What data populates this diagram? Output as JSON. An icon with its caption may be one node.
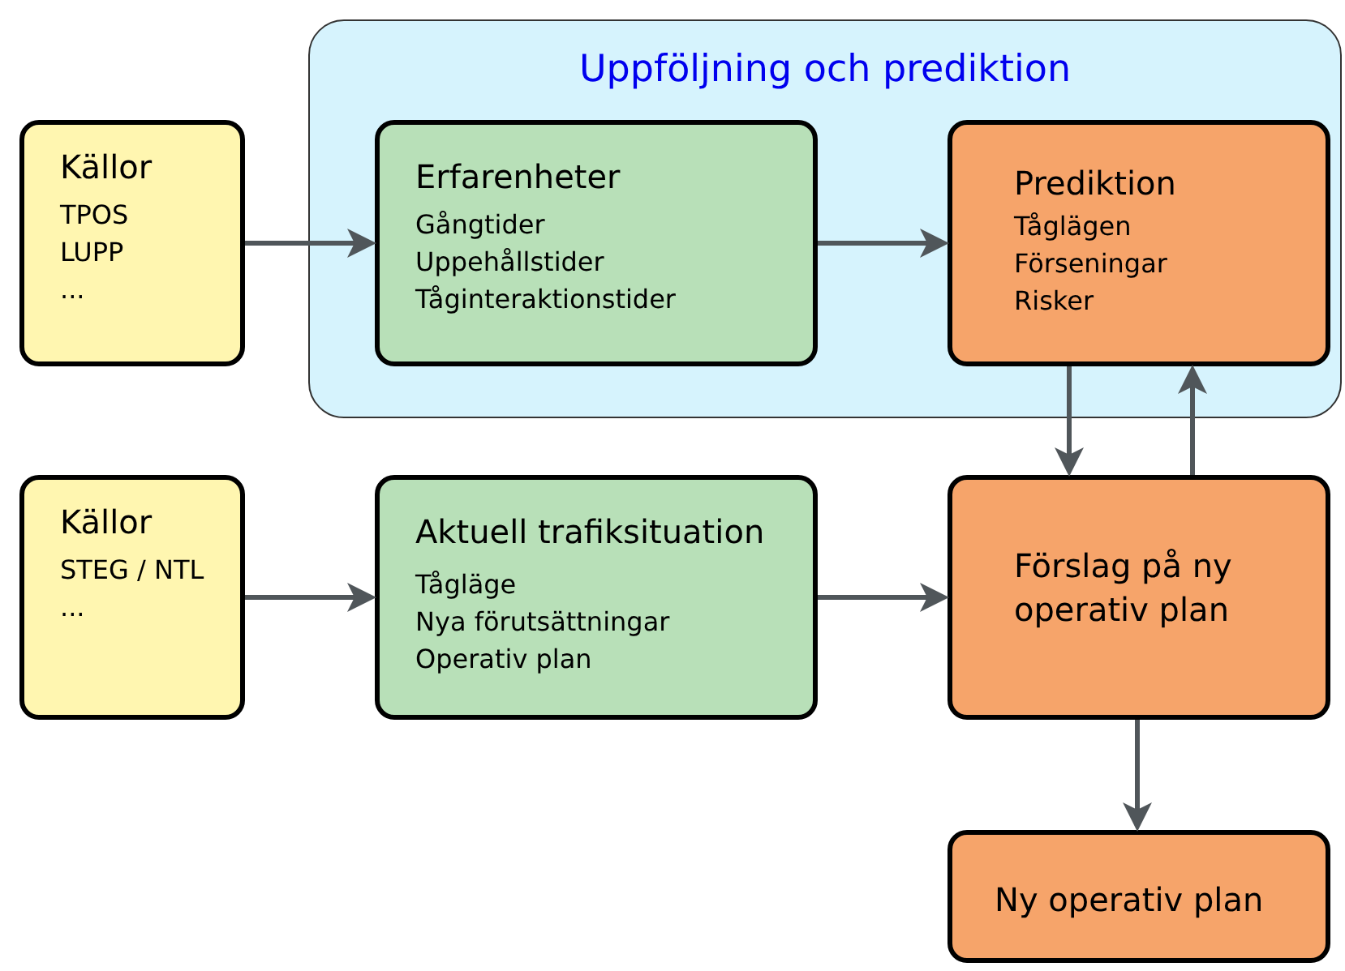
{
  "diagram": {
    "nodes": [
      {
        "text": [
          "Uppföljning och prediktion"
        ]
      },
      {
        "text": [
          "Källor",
          "TPOS",
          "LUPP",
          "..."
        ]
      },
      {
        "text": [
          "Erfarenheter",
          "Gångtider",
          "Uppehållstider",
          "Tåginteraktionstider"
        ],
        "in": 0
      },
      {
        "text": [
          "Prediktion",
          "Tåglägen",
          "Förseningar",
          "Risker"
        ],
        "in": 0
      },
      {
        "text": [
          "Källor",
          "STEG / NTL",
          "..."
        ]
      },
      {
        "text": [
          "Aktuell trafiksituation",
          "Tågläge",
          "Nya förutsättningar",
          "Operativ plan"
        ]
      },
      {
        "text": [
          "Förslag på ny operativ plan"
        ]
      },
      {
        "text": [
          "Ny operativ plan"
        ]
      }
    ],
    "edges": [
      {
        "from": 1,
        "to": 2,
        "arrow": "to"
      },
      {
        "from": 2,
        "to": 3,
        "arrow": "to"
      },
      {
        "from": 3,
        "to": 6,
        "arrow": "to"
      },
      {
        "from": 6,
        "to": 3,
        "arrow": "to"
      },
      {
        "from": 4,
        "to": 5,
        "arrow": "to"
      },
      {
        "from": 5,
        "to": 6,
        "arrow": "to"
      },
      {
        "from": 6,
        "to": 7,
        "arrow": "to"
      }
    ]
  }
}
